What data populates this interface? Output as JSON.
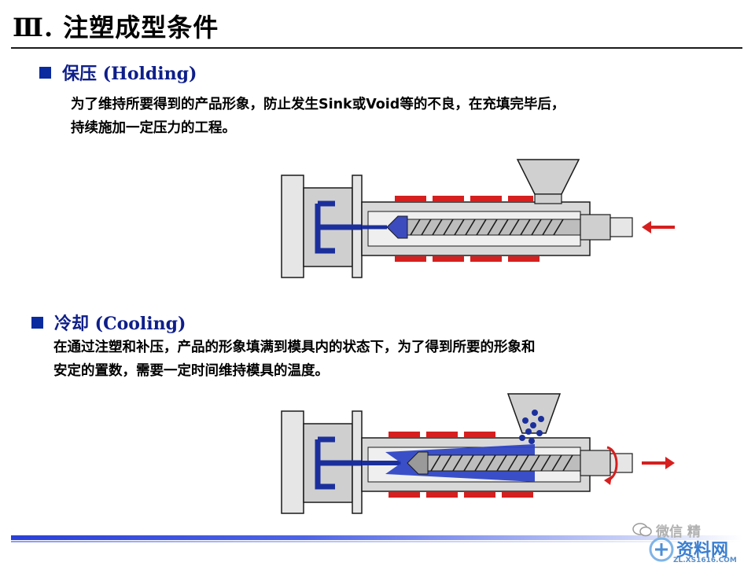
{
  "slide": {
    "title": "Ⅲ. 注塑成型条件"
  },
  "sections": [
    {
      "heading": "保压 (Holding)",
      "lines": [
        "为了维持所要得到的产品形象，防止发生Sink或Void等的不良，在充填完毕后，",
        "持续施加一定压力的工程。"
      ]
    },
    {
      "heading": "冷却 (Cooling)",
      "lines": [
        "在通过注塑和补压，产品的形象填满到模具内的状态下，为了得到所要的形象和",
        "安定的置数，需要一定时间维持模具的温度。"
      ]
    }
  ],
  "watermark": {
    "wechat_text": "微信 精",
    "site_text": "资料网",
    "url_text": "ZL.XS1616.COM"
  },
  "colors": {
    "mold_blue": "#1b2f9c",
    "heater_red": "#d61f1f",
    "arrow_red": "#d61f1f",
    "accent_blue": "#0a2aa0"
  }
}
